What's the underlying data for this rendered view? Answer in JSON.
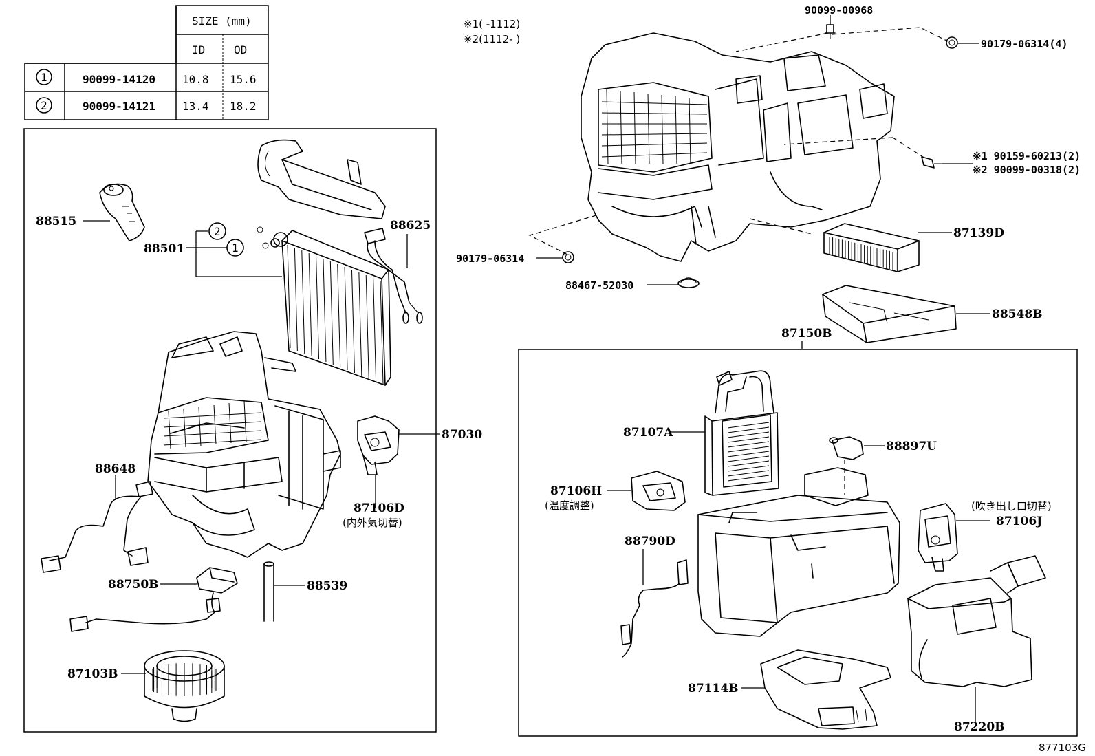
{
  "size_table": {
    "header_size": "SIZE (mm)",
    "header_id": "ID",
    "header_od": "OD",
    "rows": [
      {
        "mark": "1",
        "part": "90099-14120",
        "id": "10.8",
        "od": "15.6"
      },
      {
        "mark": "2",
        "part": "90099-14121",
        "id": "13.4",
        "od": "18.2"
      }
    ]
  },
  "notes": {
    "n1": "※1(      -1112)",
    "n2": "※2(1112-      )"
  },
  "labels": {
    "p88515": "88515",
    "p88501": "88501",
    "p88625": "88625",
    "p87030": "87030",
    "p88648": "88648",
    "p87106D": "87106D",
    "p87106D_sub": "(内外気切替)",
    "p88750B": "88750B",
    "p88539": "88539",
    "p87103B": "87103B",
    "p90099_00968": "90099-00968",
    "p90179_06314_4": "90179-06314(4)",
    "p90159_60213": "※1 90159-60213(2)",
    "p90099_00318": "※2 90099-00318(2)",
    "p87139D": "87139D",
    "p90179_06314": "90179-06314",
    "p88467_52030": "88467-52030",
    "p88548B": "88548B",
    "p87150B": "87150B",
    "p87107A": "87107A",
    "p88897U": "88897U",
    "p87106H": "87106H",
    "p87106H_sub": "(温度調整)",
    "p87106J": "87106J",
    "p87106J_sub": "(吹き出し口切替)",
    "p88790D": "88790D",
    "p87114B": "87114B",
    "p87220B": "87220B",
    "ref": "877103G"
  },
  "callouts": {
    "c1": "1",
    "c2": "2"
  }
}
